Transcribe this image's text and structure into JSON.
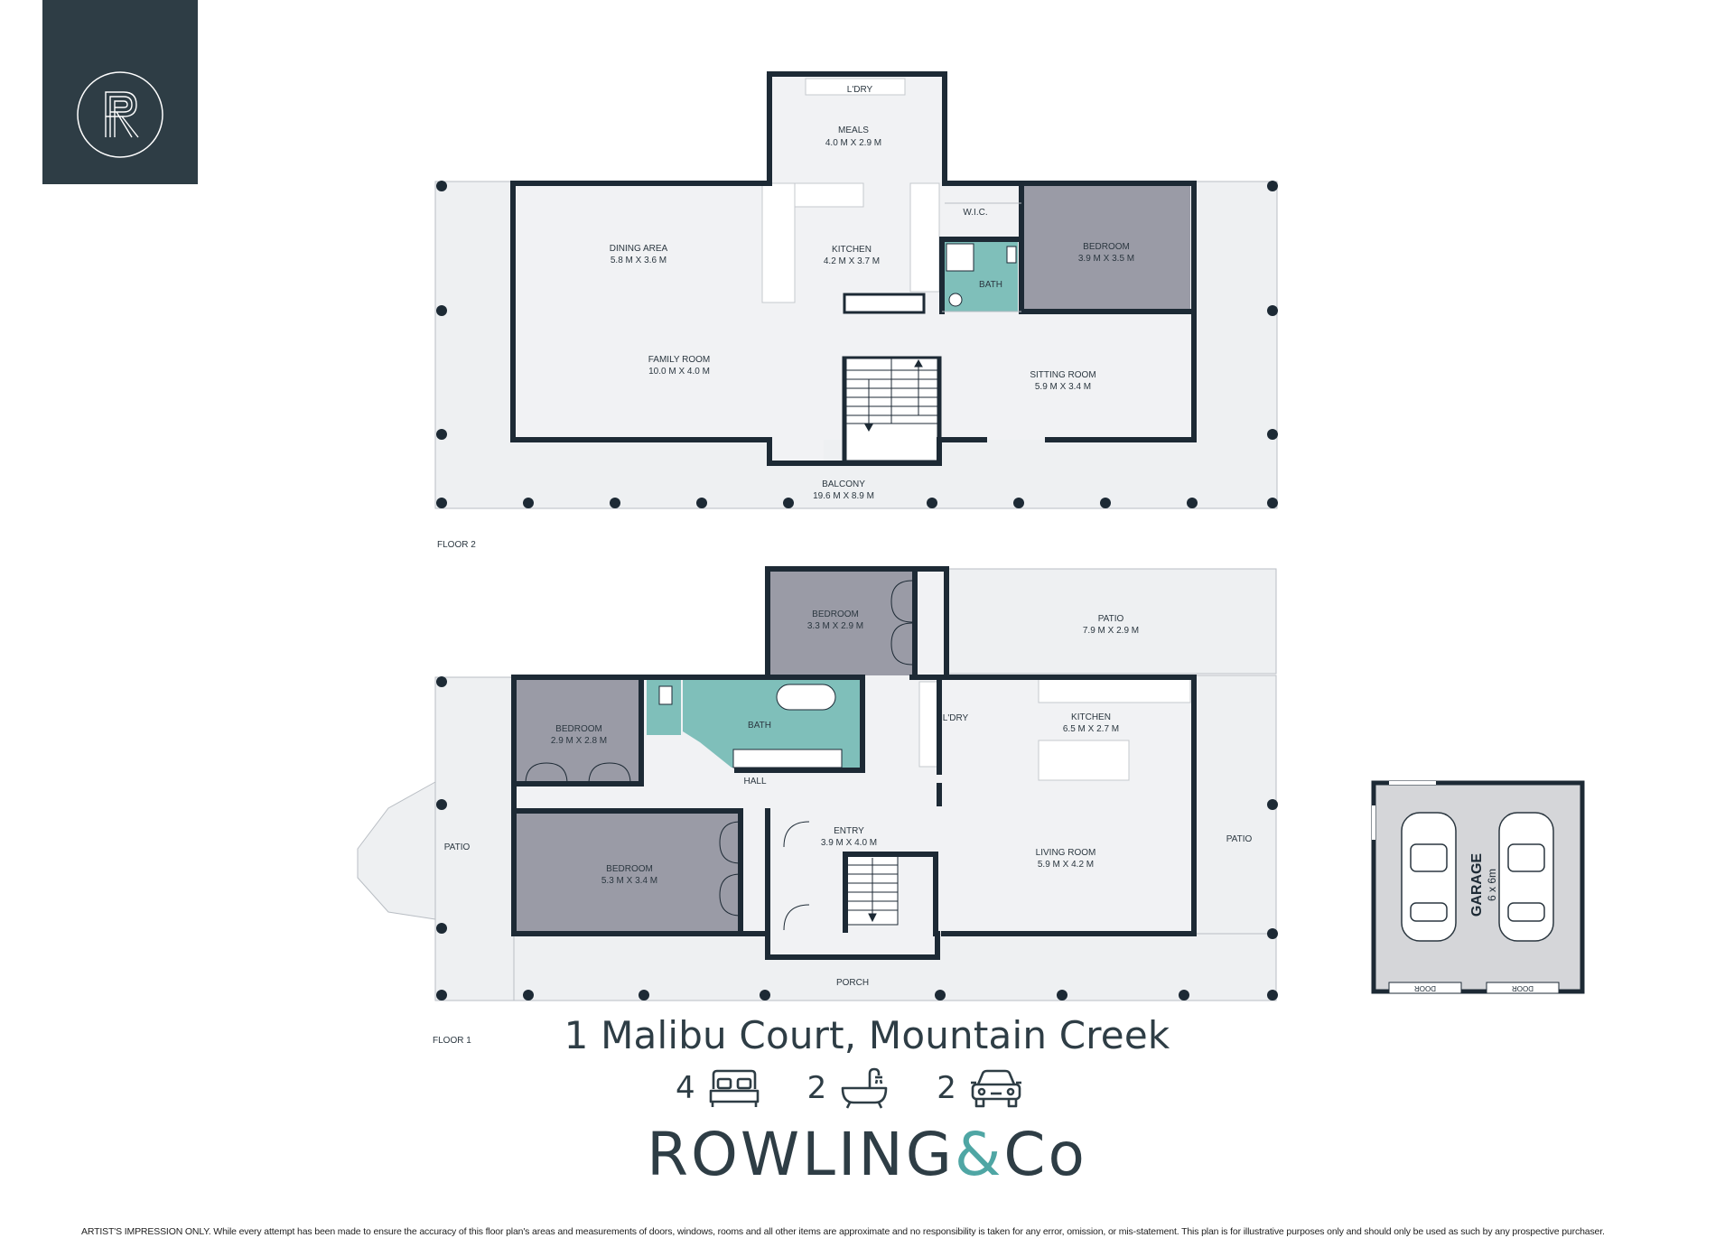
{
  "brand": {
    "logo_letter": "R",
    "name_part1": "ROWLING",
    "name_amp": "&",
    "name_part2": "Co",
    "colors": {
      "dark": "#2e3d45",
      "accent": "#4fa6a4",
      "room_dark": "#9a9ba6",
      "bath": "#7fbfba",
      "floor": "#f1f2f4",
      "wall": "#1d2a35"
    }
  },
  "floor2": {
    "label": "FLOOR 2",
    "rooms": {
      "laundry": {
        "name": "L'DRY",
        "dims": ""
      },
      "meals": {
        "name": "MEALS",
        "dims": "4.0 M X 2.9 M"
      },
      "dining": {
        "name": "DINING AREA",
        "dims": "5.8 M X 3.6 M"
      },
      "kitchen": {
        "name": "KITCHEN",
        "dims": "4.2 M X 3.7 M"
      },
      "wic": {
        "name": "W.I.C.",
        "dims": ""
      },
      "bath": {
        "name": "BATH",
        "dims": ""
      },
      "bedroom": {
        "name": "BEDROOM",
        "dims": "3.9 M X 3.5 M"
      },
      "family": {
        "name": "FAMILY ROOM",
        "dims": "10.0 M X 4.0 M"
      },
      "sitting": {
        "name": "SITTING ROOM",
        "dims": "5.9 M X 3.4 M"
      },
      "balcony": {
        "name": "BALCONY",
        "dims": "19.6 M X 8.9 M"
      }
    }
  },
  "floor1": {
    "label": "FLOOR 1",
    "rooms": {
      "bedroom_top": {
        "name": "BEDROOM",
        "dims": "3.3 M X 2.9 M"
      },
      "patio_top": {
        "name": "PATIO",
        "dims": "7.9 M X 2.9 M"
      },
      "bedroom_left": {
        "name": "BEDROOM",
        "dims": "2.9 M X 2.8 M"
      },
      "bath": {
        "name": "BATH",
        "dims": ""
      },
      "laundry": {
        "name": "L'DRY",
        "dims": ""
      },
      "kitchen": {
        "name": "KITCHEN",
        "dims": "6.5 M X 2.7 M"
      },
      "hall": {
        "name": "HALL",
        "dims": ""
      },
      "entry": {
        "name": "ENTRY",
        "dims": "3.9 M X 4.0 M"
      },
      "bedroom_main": {
        "name": "BEDROOM",
        "dims": "5.3 M X 3.4 M"
      },
      "living": {
        "name": "LIVING ROOM",
        "dims": "5.9 M X 4.2 M"
      },
      "patio_left": {
        "name": "PATIO",
        "dims": ""
      },
      "patio_right": {
        "name": "PATIO",
        "dims": ""
      },
      "porch": {
        "name": "PORCH",
        "dims": ""
      }
    }
  },
  "garage": {
    "name": "GARAGE",
    "dims": "6 x 6m",
    "door_left": "DOOR",
    "door_right": "DOOR"
  },
  "property": {
    "address": "1 Malibu Court, Mountain Creek",
    "bedrooms": "4",
    "bathrooms": "2",
    "car_spaces": "2",
    "icons": {
      "bedrooms": "bed-icon",
      "bathrooms": "bathtub-icon",
      "car_spaces": "car-icon"
    }
  },
  "disclaimer": "ARTIST'S IMPRESSION ONLY. While every attempt has been made to ensure the accuracy of this floor plan's areas and measurements of doors, windows, rooms and all other items are approximate and no responsibility is taken for any error, omission, or mis-statement. This plan is for illustrative purposes only and should only be used as such by any prospective purchaser."
}
